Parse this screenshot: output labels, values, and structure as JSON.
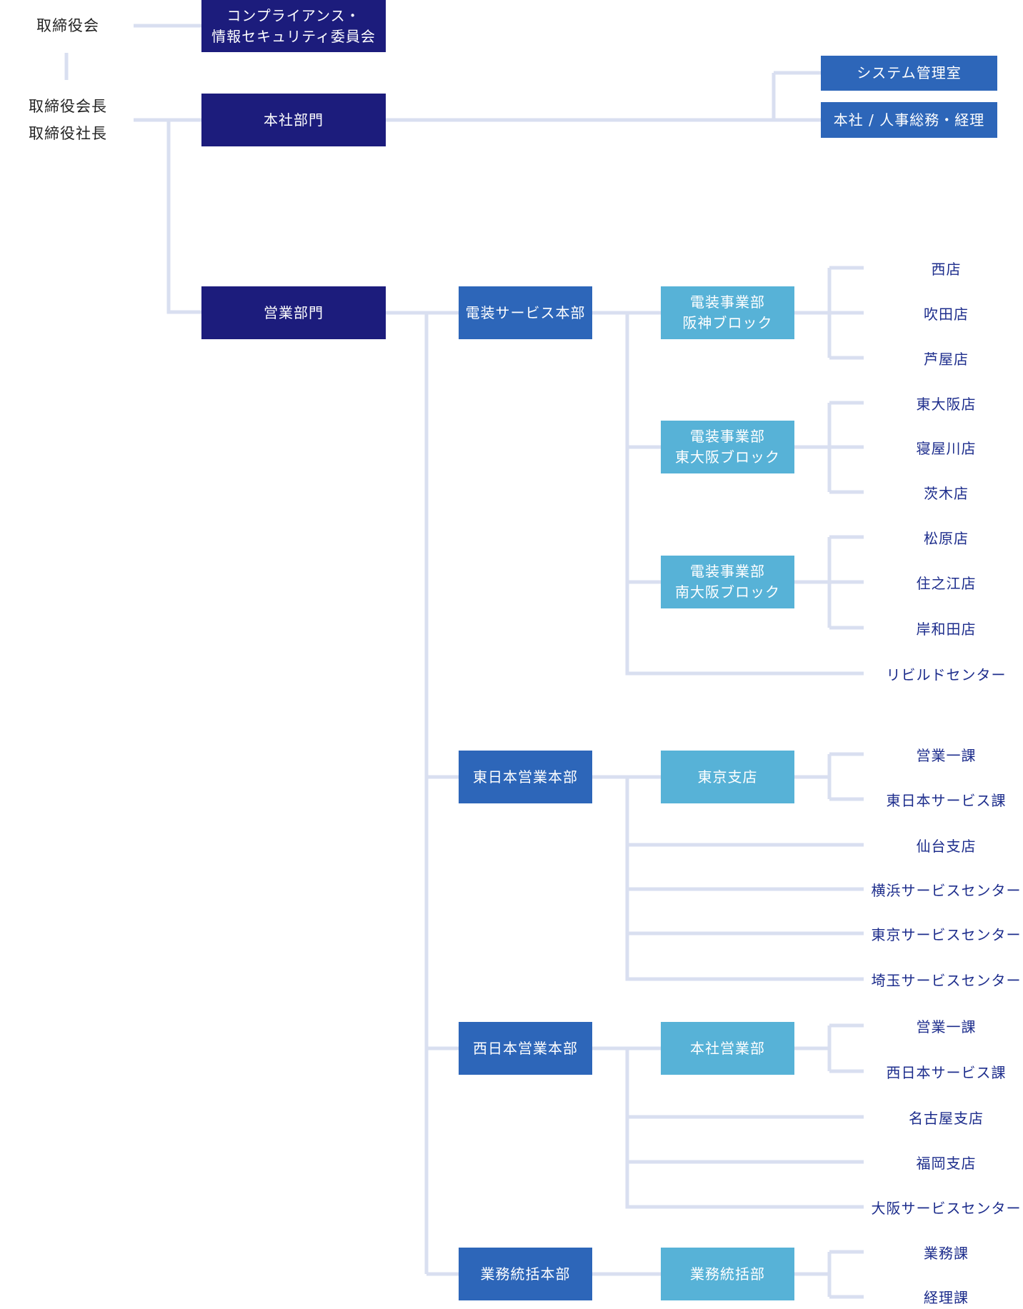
{
  "colors": {
    "dark": "#1c1c7c",
    "mid": "#2d66b9",
    "light": "#57b2d7",
    "connector": "#d9dff0",
    "label_text": "#1d2d8c"
  },
  "top": {
    "board": "取締役会",
    "chairman": "取締役会長",
    "president": "取締役社長",
    "compliance_line1": "コンプライアンス・",
    "compliance_line2": "情報セキュリティ委員会",
    "hq_division": "本社部門",
    "system_office": "システム管理室",
    "hq_admin": "本社 / 人事総務・経理",
    "sales_division": "営業部門"
  },
  "densou": {
    "title": "電装サービス本部",
    "hanshin": {
      "line1": "電装事業部",
      "line2": "阪神ブロック",
      "shops": [
        "西店",
        "吹田店",
        "芦屋店"
      ]
    },
    "higashi_osaka": {
      "line1": "電装事業部",
      "line2": "東大阪ブロック",
      "shops": [
        "東大阪店",
        "寝屋川店",
        "茨木店"
      ]
    },
    "minami_osaka": {
      "line1": "電装事業部",
      "line2": "南大阪ブロック",
      "shops": [
        "松原店",
        "住之江店",
        "岸和田店"
      ]
    },
    "rebuild": "リビルドセンター"
  },
  "east": {
    "title": "東日本営業本部",
    "tokyo_branch": "東京支店",
    "tokyo_units": [
      "営業一課",
      "東日本サービス課"
    ],
    "others": [
      "仙台支店",
      "横浜サービスセンター",
      "東京サービスセンター",
      "埼玉サービスセンター"
    ]
  },
  "west": {
    "title": "西日本営業本部",
    "hq_sales": "本社営業部",
    "hq_units": [
      "営業一課",
      "西日本サービス課"
    ],
    "others": [
      "名古屋支店",
      "福岡支店",
      "大阪サービスセンター"
    ]
  },
  "ops": {
    "title": "業務統括本部",
    "dept": "業務統括部",
    "units": [
      "業務課",
      "経理課"
    ]
  }
}
